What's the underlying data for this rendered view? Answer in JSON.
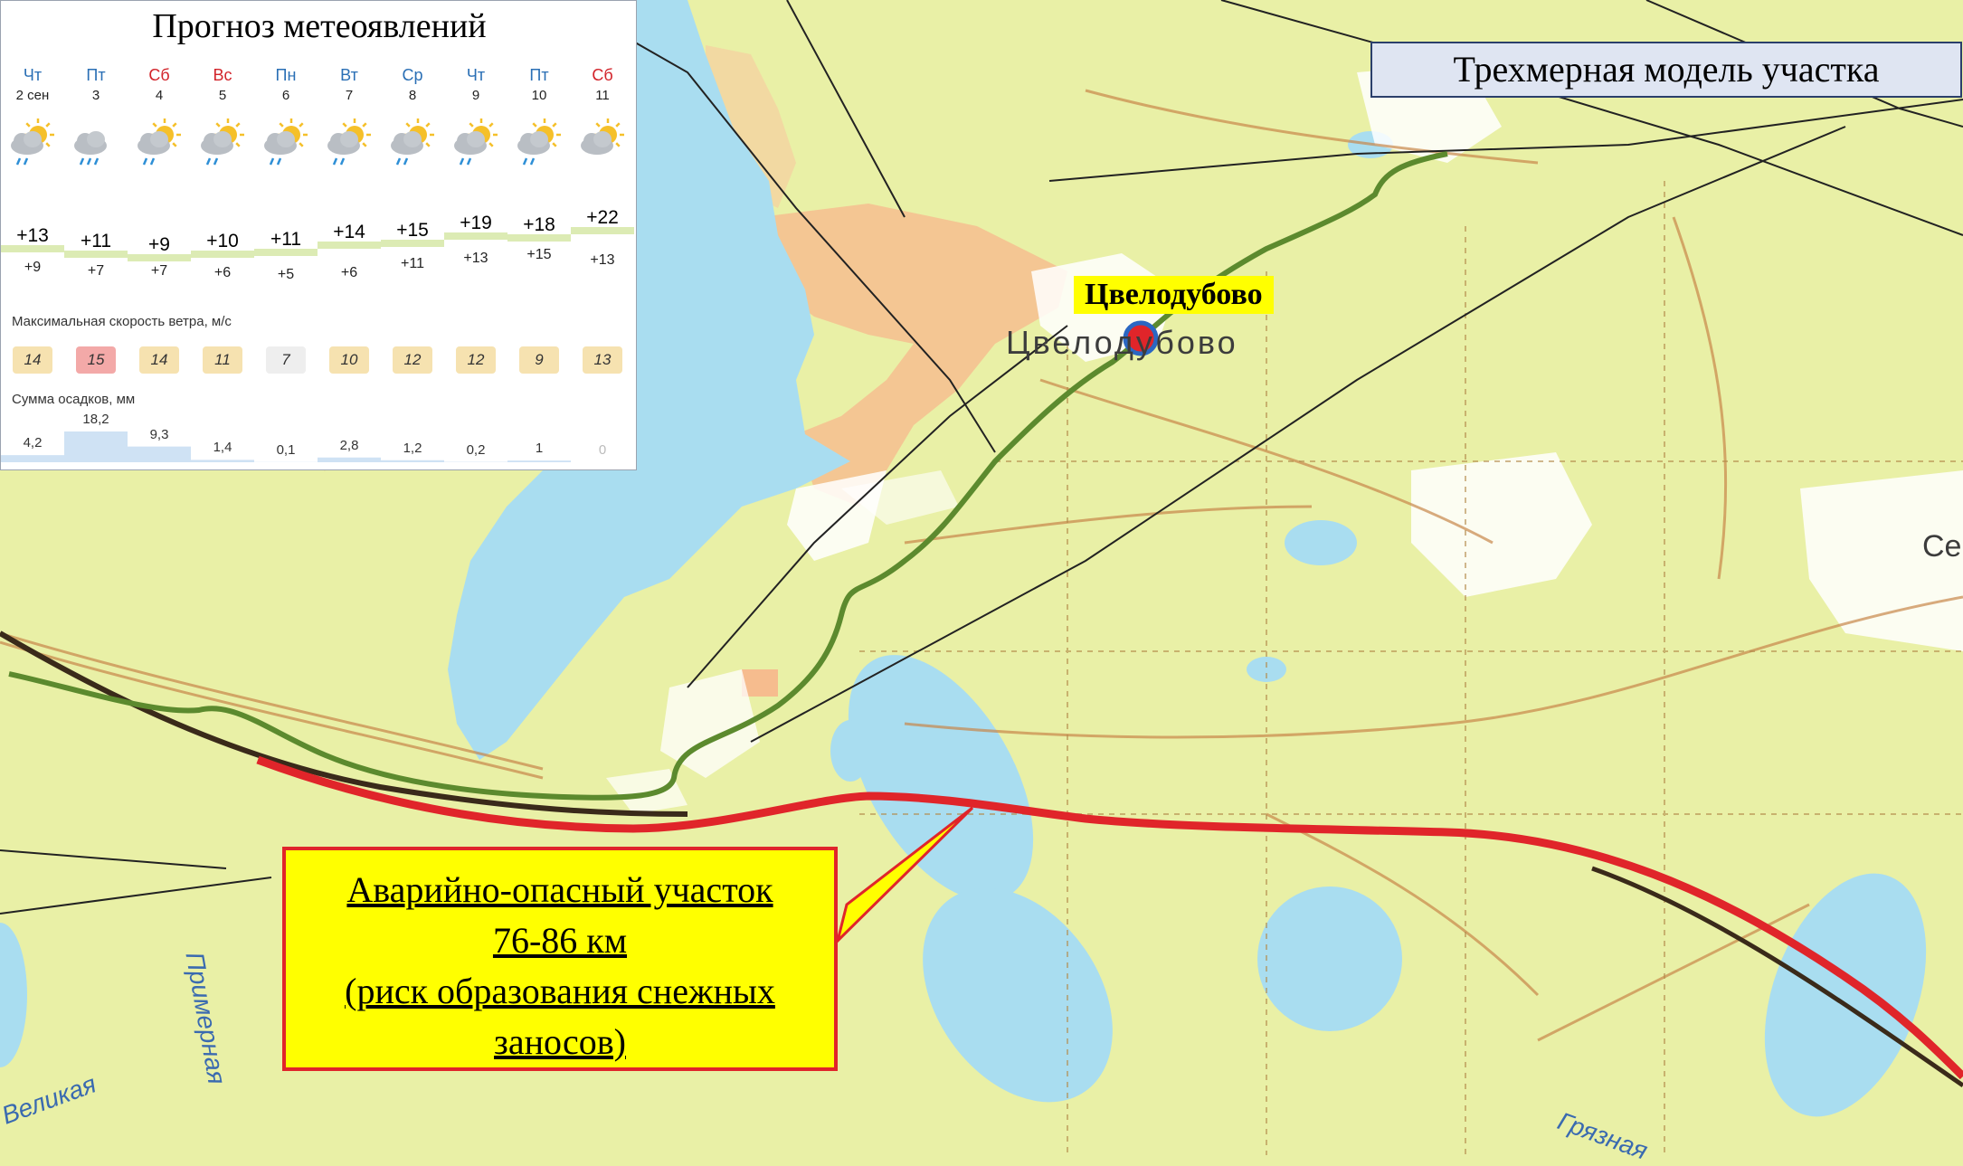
{
  "forecast": {
    "title": "Прогноз метеоявлений",
    "days": [
      {
        "dow": "Чт",
        "date": "2 сен",
        "hi": "+13",
        "lo": "+9",
        "wind": "14",
        "precip": "4,2",
        "icon": "partly-cloudy-rain-icon",
        "weekend": false
      },
      {
        "dow": "Пт",
        "date": "3",
        "hi": "+11",
        "lo": "+7",
        "wind": "15",
        "precip": "18,2",
        "icon": "cloudy-heavy-rain-icon",
        "weekend": false
      },
      {
        "dow": "Сб",
        "date": "4",
        "hi": "+9",
        "lo": "+7",
        "wind": "14",
        "precip": "9,3",
        "icon": "partly-cloudy-rain-icon",
        "weekend": true
      },
      {
        "dow": "Вс",
        "date": "5",
        "hi": "+10",
        "lo": "+6",
        "wind": "11",
        "precip": "1,4",
        "icon": "partly-cloudy-rain-icon",
        "weekend": true
      },
      {
        "dow": "Пн",
        "date": "6",
        "hi": "+11",
        "lo": "+5",
        "wind": "7",
        "precip": "0,1",
        "icon": "partly-cloudy-rain-icon",
        "weekend": false
      },
      {
        "dow": "Вт",
        "date": "7",
        "hi": "+14",
        "lo": "+6",
        "wind": "10",
        "precip": "2,8",
        "icon": "partly-cloudy-rain-icon",
        "weekend": false
      },
      {
        "dow": "Ср",
        "date": "8",
        "hi": "+15",
        "lo": "+11",
        "wind": "12",
        "precip": "1,2",
        "icon": "partly-cloudy-rain-icon",
        "weekend": false
      },
      {
        "dow": "Чт",
        "date": "9",
        "hi": "+19",
        "lo": "+13",
        "wind": "12",
        "precip": "0,2",
        "icon": "partly-cloudy-rain-icon",
        "weekend": false
      },
      {
        "dow": "Пт",
        "date": "10",
        "hi": "+18",
        "lo": "+15",
        "wind": "9",
        "precip": "1",
        "icon": "partly-cloudy-rain-icon",
        "weekend": false
      },
      {
        "dow": "Сб",
        "date": "11",
        "hi": "+22",
        "lo": "+13",
        "wind": "13",
        "precip": "0",
        "icon": "partly-cloudy-icon",
        "weekend": true
      }
    ],
    "wind_label": "Максимальная скорость ветра, м/с",
    "precip_label": "Сумма осадков, мм"
  },
  "model_label": "Трехмерная модель участка",
  "town_label": "Цвелодубово",
  "map_texts": {
    "town": "Цвелодубово",
    "river_1": "Примерная",
    "river_2": "Великая",
    "river_3": "Грязная",
    "edge_label": "Се"
  },
  "danger_box": {
    "line1": "Аварийно-опасный участок",
    "line2": "76-86 км",
    "line3": "(риск образования снежных",
    "line4": "заносов)"
  },
  "colors": {
    "map_bg": "#e9f0a6",
    "water": "#a9ddf0",
    "urban": "#f6bc8e",
    "dashed_route": "#5c8a2e",
    "danger_route": "#e0252a",
    "highlight": "#ffff00",
    "weekday": "#2a6fb5",
    "weekend": "#d2232a"
  }
}
